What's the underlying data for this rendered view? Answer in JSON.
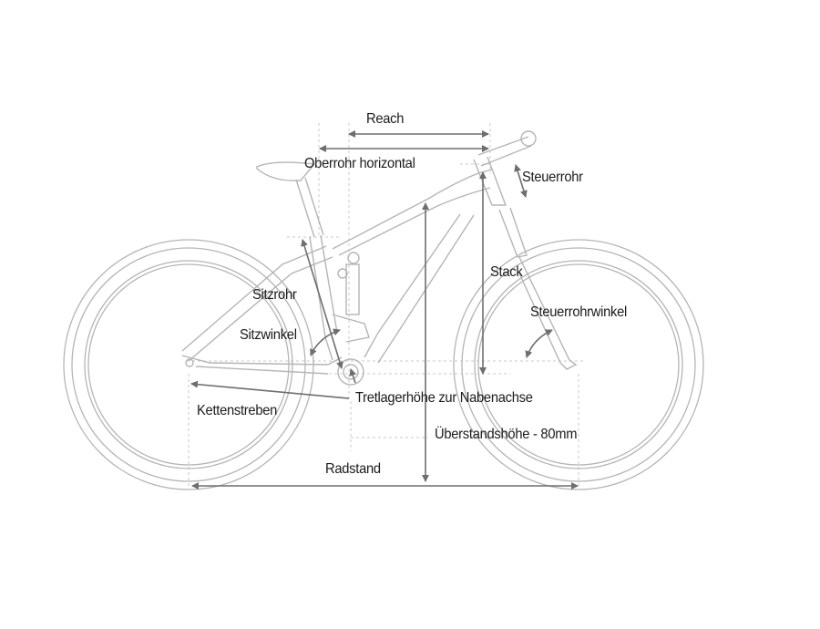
{
  "labels": {
    "reach": "Reach",
    "top_tube": "Oberrohr horizontal",
    "head_tube": "Steuerrohr",
    "stack": "Stack",
    "head_angle": "Steuerrohrwinkel",
    "seat_tube": "Sitzrohr",
    "seat_angle": "Sitzwinkel",
    "bb_height": "Tretlagerhöhe zur Nabenachse",
    "chainstay": "Kettenstreben",
    "standover": "Überstandshöhe - 80mm",
    "wheelbase": "Radstand"
  },
  "colors": {
    "outline": "#b5b5b5",
    "arrow": "#6e6e6e",
    "guide": "#c8c8c8",
    "text": "#1a1a1a"
  }
}
